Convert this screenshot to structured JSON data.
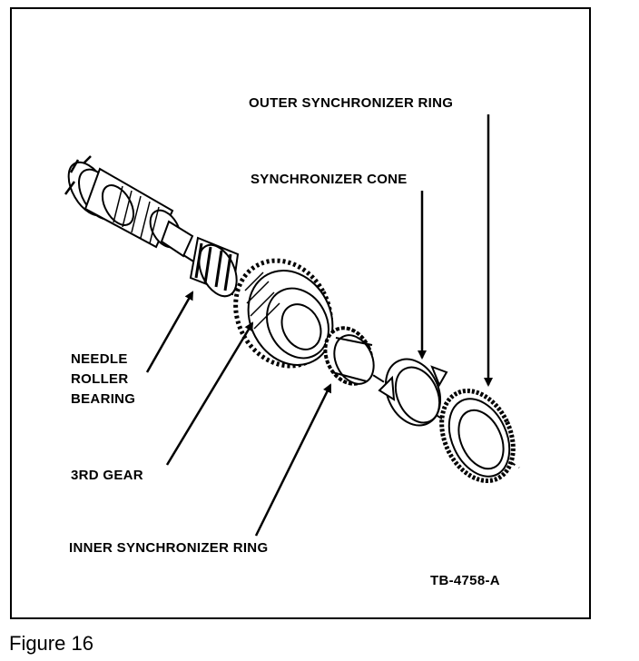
{
  "diagram": {
    "labels": {
      "outer_ring": "OUTER SYNCHRONIZER RING",
      "cone": "SYNCHRONIZER CONE",
      "needle_line1": "NEEDLE",
      "needle_line2": "ROLLER",
      "needle_line3": "BEARING",
      "gear": "3RD GEAR",
      "inner_ring": "INNER SYNCHRONIZER RING",
      "ref_code": "TB-4758-A"
    }
  },
  "caption": "Figure  16"
}
